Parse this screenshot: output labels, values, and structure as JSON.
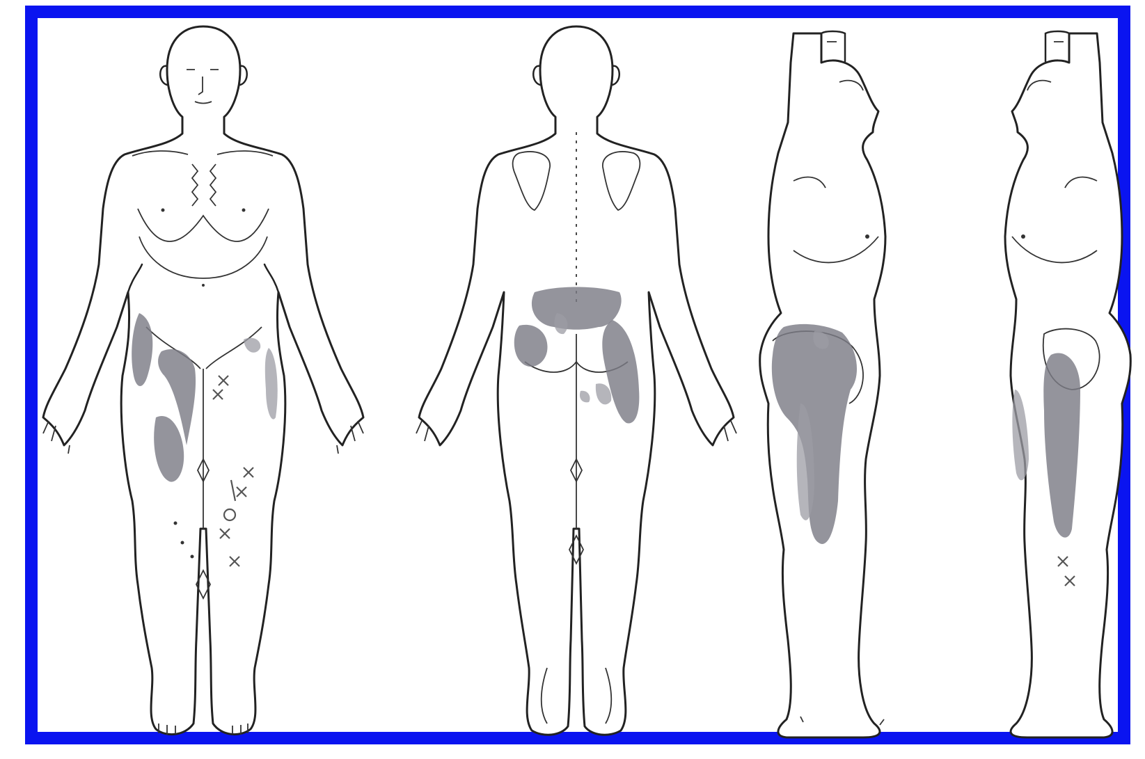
{
  "frame_color": "#0a14f0",
  "pain_color": "#7d7d86",
  "figures": [
    {
      "view": "anterior",
      "icon": "body-front-icon"
    },
    {
      "view": "posterior",
      "icon": "body-back-icon"
    },
    {
      "view": "right-lateral",
      "icon": "body-right-side-icon"
    },
    {
      "view": "left-lateral",
      "icon": "body-left-side-icon"
    }
  ]
}
